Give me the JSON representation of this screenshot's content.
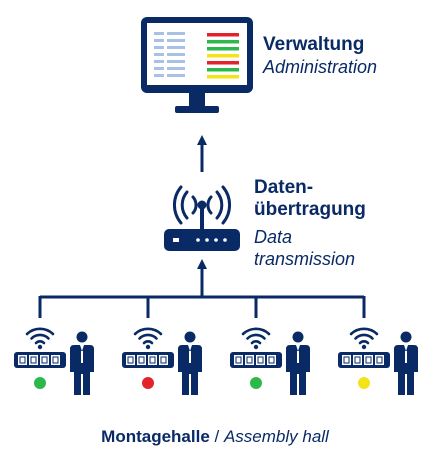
{
  "colors": {
    "navy": "#0a2a66",
    "status_green": "#2db84b",
    "status_red": "#e3232b",
    "status_yellow": "#f5e31a",
    "screen_red": "#e3232b",
    "screen_green": "#2db84b",
    "screen_yellow": "#f5e31a"
  },
  "admin": {
    "title_de": "Verwaltung",
    "title_en": "Administration"
  },
  "transmission": {
    "title_de_line1": "Daten-",
    "title_de_line2": "übertragung",
    "title_en_line1": "Data",
    "title_en_line2": "transmission"
  },
  "stations": [
    {
      "status": "green"
    },
    {
      "status": "red"
    },
    {
      "status": "green"
    },
    {
      "status": "yellow"
    }
  ],
  "footer": {
    "de": "Montagehalle",
    "sep": " / ",
    "en": "Assembly hall"
  }
}
